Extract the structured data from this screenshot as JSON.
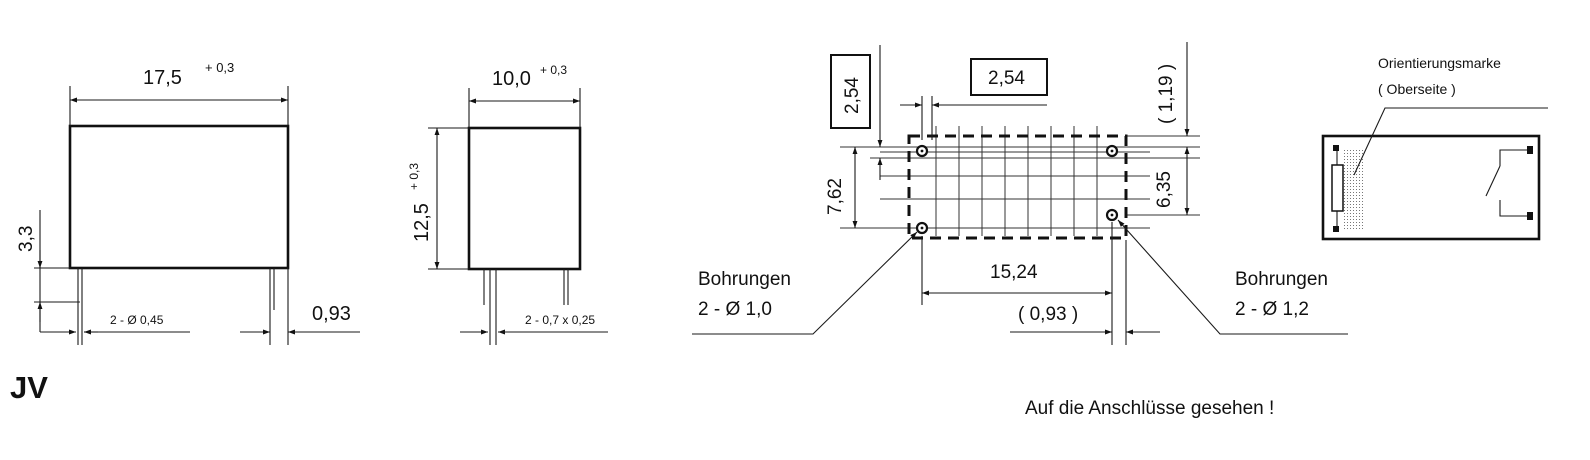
{
  "model": "JV",
  "front_view": {
    "width_label": "17,5",
    "width_tol": "+ 0,3",
    "pin_height_label": "3,3",
    "pin_diameter_label": "2 - Ø 0,45",
    "pin_offset_label": "0,93"
  },
  "side_view": {
    "width_label": "10,0",
    "width_tol": "+ 0,3",
    "height_label": "12,5",
    "height_tol": "+ 0,3",
    "pin_size_label": "2 - 0,7 x 0,25"
  },
  "footprint": {
    "pitch_v_box": "2,54",
    "pitch_h_box": "2,54",
    "offset_top": "( 1,19 )",
    "span_left": "7,62",
    "span_right": "6,35",
    "spacing_bottom": "15,24",
    "offset_bottom": "( 0,93 )",
    "left_note_title": "Bohrungen",
    "left_note_value": "2 - Ø 1,0",
    "right_note_title": "Bohrungen",
    "right_note_value": "2 - Ø 1,2",
    "caption": "Auf die Anschlüsse gesehen !"
  },
  "orientation": {
    "label": "Orientierungsmarke",
    "sublabel": "( Oberseite )"
  }
}
